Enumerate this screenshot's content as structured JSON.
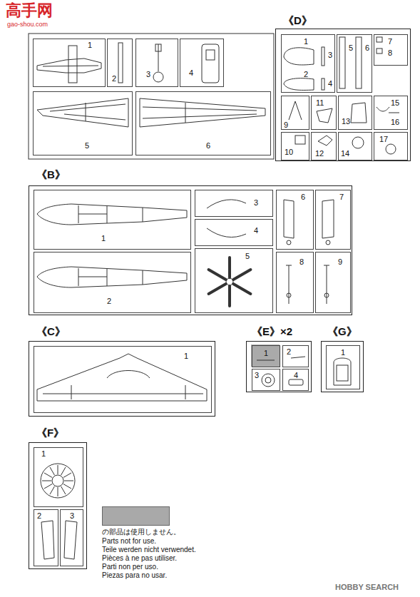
{
  "diagram": {
    "nodes": [
      {
        "text": [
          "1"
        ]
      },
      {
        "text": [
          "2"
        ]
      },
      {
        "text": [
          "3"
        ]
      },
      {
        "text": [
          "4"
        ]
      },
      {
        "text": [
          "5"
        ]
      },
      {
        "text": [
          "6"
        ]
      },
      {
        "text": [
          "《D》"
        ]
      },
      {
        "text": [
          "1",
          "3",
          "2",
          "4"
        ],
        "in": 6
      },
      {
        "text": [
          "5",
          "6"
        ],
        "in": 6
      },
      {
        "text": [
          "7",
          "8"
        ],
        "in": 6
      },
      {
        "text": [
          "9"
        ],
        "in": 6
      },
      {
        "text": [
          "11"
        ],
        "in": 6
      },
      {
        "text": [
          "13"
        ],
        "in": 6
      },
      {
        "text": [
          "15",
          "16"
        ],
        "in": 6
      },
      {
        "text": [
          "10"
        ],
        "in": 6
      },
      {
        "text": [
          "12"
        ],
        "in": 6
      },
      {
        "text": [
          "14"
        ],
        "in": 6
      },
      {
        "text": [
          "17"
        ],
        "in": 6
      },
      {
        "text": [
          "《B》"
        ]
      },
      {
        "text": [
          "1"
        ],
        "in": 18
      },
      {
        "text": [
          "2"
        ],
        "in": 18
      },
      {
        "text": [
          "3"
        ],
        "in": 18
      },
      {
        "text": [
          "4"
        ],
        "in": 18
      },
      {
        "text": [
          "5"
        ],
        "in": 18
      },
      {
        "text": [
          "6"
        ],
        "in": 18
      },
      {
        "text": [
          "7"
        ],
        "in": 18
      },
      {
        "text": [
          "8"
        ],
        "in": 18
      },
      {
        "text": [
          "9"
        ],
        "in": 18
      },
      {
        "text": [
          "《C》"
        ]
      },
      {
        "text": [
          "1"
        ],
        "in": 28
      },
      {
        "text": [
          "《E》×2"
        ]
      },
      {
        "text": [
          "1"
        ],
        "in": 30
      },
      {
        "text": [
          "2"
        ],
        "in": 30
      },
      {
        "text": [
          "3"
        ],
        "in": 30
      },
      {
        "text": [
          "4"
        ],
        "in": 30
      },
      {
        "text": [
          "《G》"
        ]
      },
      {
        "text": [
          "1"
        ],
        "in": 35
      },
      {
        "text": [
          "《F》"
        ]
      },
      {
        "text": [
          "1"
        ],
        "in": 37
      },
      {
        "text": [
          "2"
        ],
        "in": 37
      },
      {
        "text": [
          "3"
        ],
        "in": 37
      }
    ],
    "labels": [
      "Parts not for use.",
      "Teile werden nicht verwendet.",
      "Pièces à ne pas utiliser.",
      "Parti non per uso.",
      "Piezas para no usar.",
      "高手网",
      "gao-shou.com",
      "HOBBY SEARCH"
    ],
    "legend": [
      {
        "text": "の部品は使用しません。",
        "color": "#a9a9a9"
      }
    ]
  }
}
